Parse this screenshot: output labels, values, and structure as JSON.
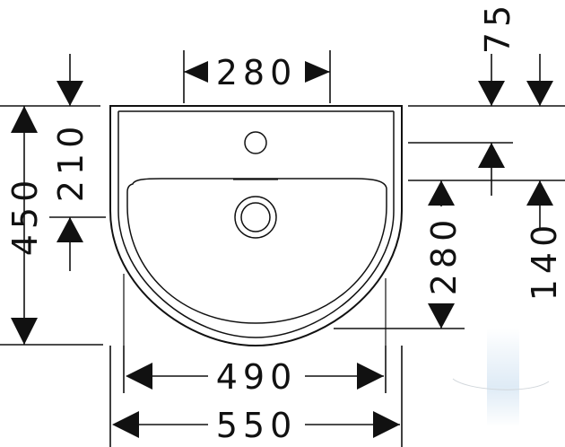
{
  "dimensions": {
    "tap_hole_spacing": "280",
    "overflow_offset": "75",
    "total_depth": "450",
    "tap_hole_depth": "210",
    "drain_height": "280",
    "drain_offset": "140",
    "inner_width": "490",
    "total_width": "550"
  },
  "colors": {
    "line": "#111111",
    "watermark": "#b8d4ec"
  }
}
